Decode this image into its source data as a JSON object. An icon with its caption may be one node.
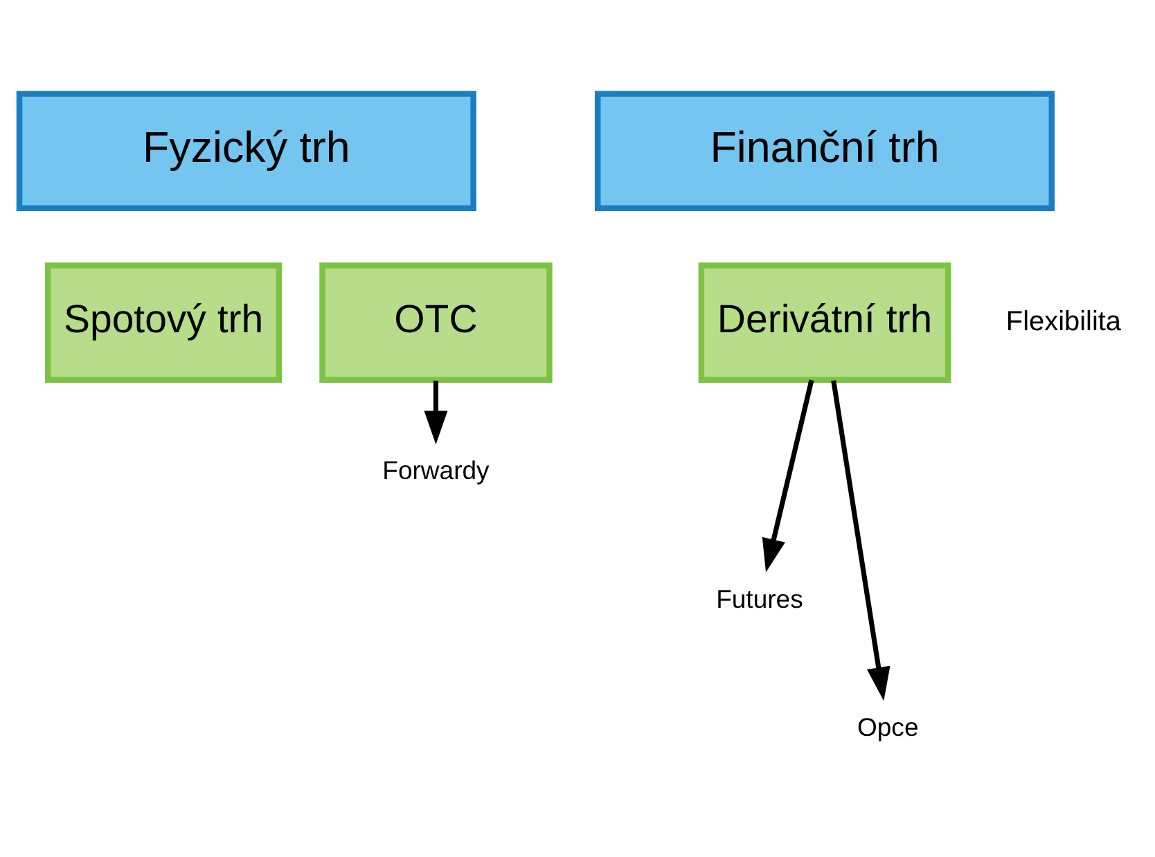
{
  "diagram": {
    "nodes": [
      {
        "text": [
          "Fyzický trh"
        ]
      },
      {
        "text": [
          "Finanční trh"
        ]
      },
      {
        "text": [
          "Spotový trh"
        ]
      },
      {
        "text": [
          "OTC"
        ]
      },
      {
        "text": [
          "Derivátní trh"
        ]
      },
      {
        "text": [
          "Forwardy"
        ]
      },
      {
        "text": [
          "Futures"
        ]
      },
      {
        "text": [
          "Opce"
        ]
      }
    ],
    "edges": [
      {
        "from": 3,
        "to": 5,
        "arrow": "to"
      },
      {
        "from": 4,
        "to": 6,
        "arrow": "to"
      },
      {
        "from": 4,
        "to": 7,
        "arrow": "to"
      }
    ],
    "labels": [
      "Flexibilita"
    ]
  }
}
